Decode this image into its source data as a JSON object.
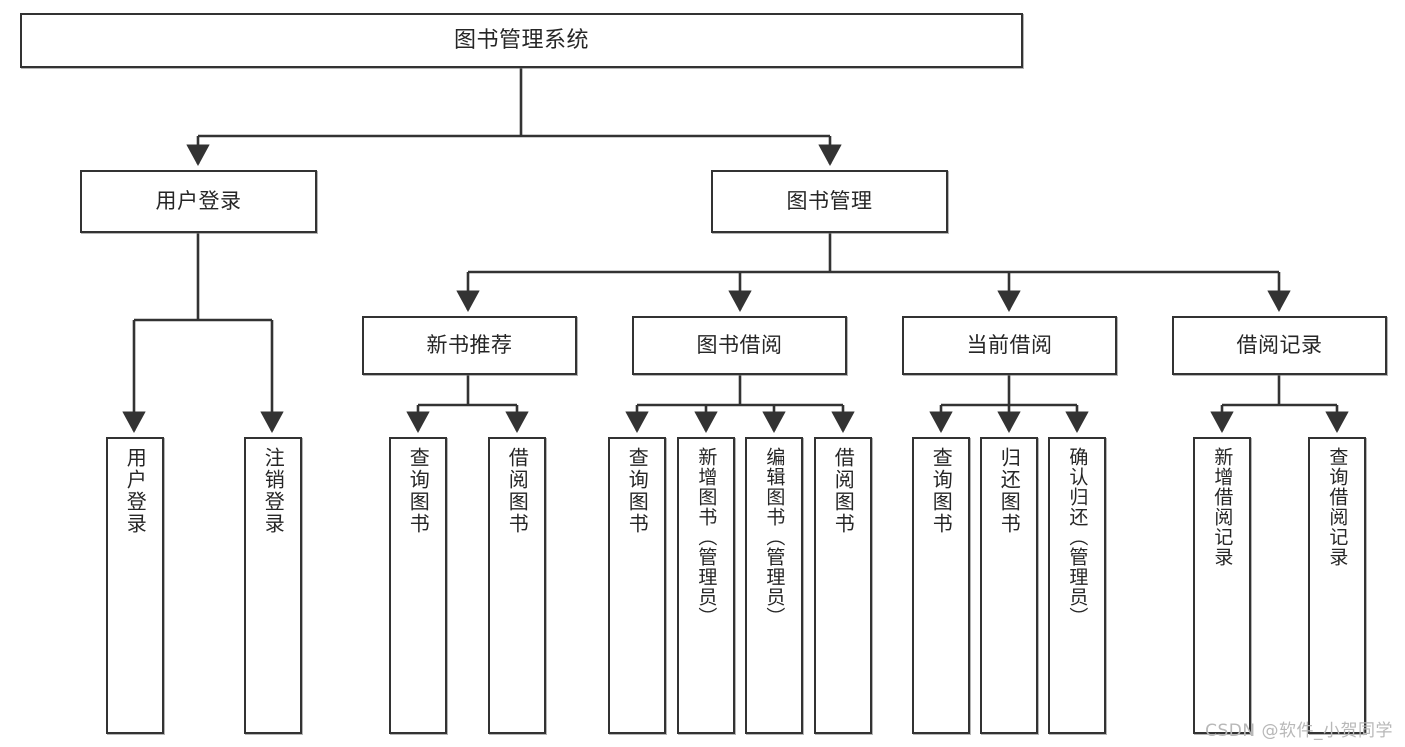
{
  "diagram": {
    "title": "图书管理系统",
    "type": "tree",
    "colors": {
      "box_border": "#333333",
      "box_fill": "#ffffff",
      "edge": "#333333",
      "text": "#262626",
      "watermark": "#b8b8b8"
    },
    "nodes": {
      "root": {
        "label": "图书管理系统"
      },
      "level2": [
        {
          "label": "用户登录"
        },
        {
          "label": "图书管理"
        }
      ],
      "level3": [
        {
          "label": "新书推荐"
        },
        {
          "label": "图书借阅"
        },
        {
          "label": "当前借阅"
        },
        {
          "label": "借阅记录"
        }
      ],
      "leaves_user_login": [
        {
          "label": "用户登录"
        },
        {
          "label": "注销登录"
        }
      ],
      "leaves_new_book": [
        {
          "label": "查询图书"
        },
        {
          "label": "借阅图书"
        }
      ],
      "leaves_borrow": [
        {
          "label": "查询图书"
        },
        {
          "label": "新增图书（管理员）"
        },
        {
          "label": "编辑图书（管理员）"
        },
        {
          "label": "借阅图书"
        }
      ],
      "leaves_current": [
        {
          "label": "查询图书"
        },
        {
          "label": "归还图书"
        },
        {
          "label": "确认归还（管理员）"
        }
      ],
      "leaves_records": [
        {
          "label": "新增借阅记录"
        },
        {
          "label": "查询借阅记录"
        }
      ]
    },
    "watermark": "CSDN @软件_小贺同学"
  }
}
